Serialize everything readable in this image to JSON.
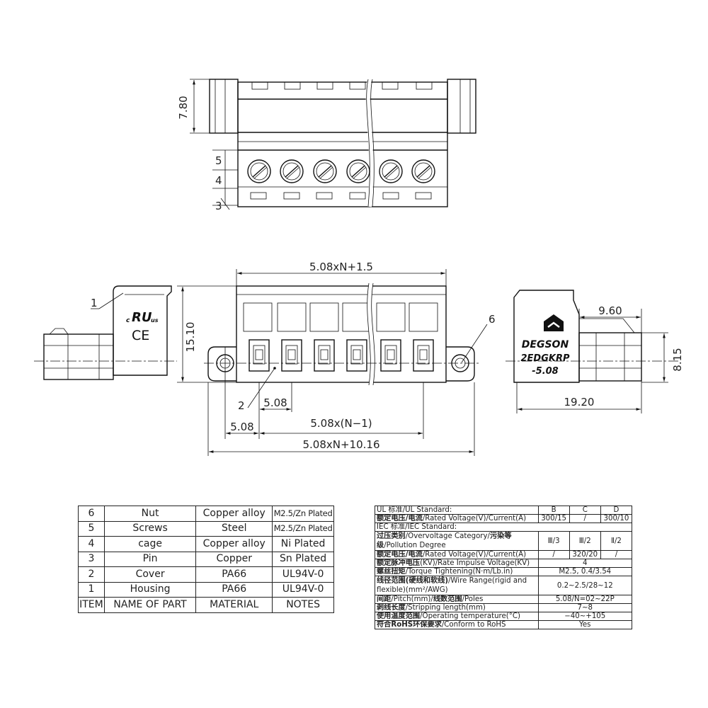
{
  "dimensions": {
    "top_height": "7.80",
    "side_height": "15.10",
    "total_width_top": "5.08xN+1.5",
    "right_width": "9.60",
    "right_height": "8.15",
    "right_depth": "19.20",
    "pitch": "5.08",
    "pitch_first": "5.08",
    "pitch_span": "5.08x(N−1)",
    "total_width_bottom": "5.08xN+10.16"
  },
  "callouts": {
    "c1": "1",
    "c2": "2",
    "c6": "6",
    "row5": "5",
    "row4": "4",
    "row3": "3"
  },
  "marks": {
    "cert_c": "c",
    "cert_us": "us",
    "cert_ul": "RU",
    "ce": "CE"
  },
  "brand_label": {
    "name": "DEGSON",
    "model_line1": "2EDGKRP",
    "model_line2": "-5.08"
  },
  "parts_table": {
    "rows": [
      {
        "item": "6",
        "name": "Nut",
        "material": "Copper  alloy",
        "notes": "M2.5/Zn Plated",
        "small": true
      },
      {
        "item": "5",
        "name": "Screws",
        "material": "Steel",
        "notes": "M2.5/Zn Plated",
        "small": true
      },
      {
        "item": "4",
        "name": "cage",
        "material": "Copper  alloy",
        "notes": "Ni  Plated",
        "small": false
      },
      {
        "item": "3",
        "name": "Pin",
        "material": "Copper",
        "notes": "Sn  Plated",
        "small": false
      },
      {
        "item": "2",
        "name": "Cover",
        "material": "PA66",
        "notes": "UL94V-0",
        "small": false
      },
      {
        "item": "1",
        "name": "Housing",
        "material": "PA66",
        "notes": "UL94V-0",
        "small": false
      }
    ],
    "header": {
      "item": "ITEM",
      "name": "NAME  OF  PART",
      "material": "MATERIAL",
      "notes": "NOTES"
    }
  },
  "spec_table": {
    "ul_label": "UL 标准/UL Standard:",
    "grades": [
      "B",
      "C",
      "D"
    ],
    "ul_rated_label_cn": "额定电压/电流",
    "ul_rated_label_en": "/Rated  Voltage(V)/Current(A)",
    "ul_rated_values": [
      "300/15",
      "/",
      "300/10"
    ],
    "iec_label": "IEC 标准/IEC Standard:",
    "overvoltage_cn": "过压类别",
    "overvoltage_en": "/Overvoltage  Category/",
    "pollution_cn1": "污染等",
    "pollution_cn2": "级",
    "pollution_en": "/Pollution  Degree",
    "overvoltage_values": [
      "Ⅲ/3",
      "Ⅲ/2",
      "Ⅱ/2"
    ],
    "iec_rated_cn": "额定电压/电流",
    "iec_rated_en": "/Rated  Voltage(V)/Current(A)",
    "iec_rated_values": [
      "/",
      "320/20",
      "/"
    ],
    "impulse_cn": "额定脉冲电压",
    "impulse_en": "(KV)/Rate  Impulse  Voltage(KV)",
    "impulse_value": "4",
    "torque_cn": "螺丝扭矩",
    "torque_en": "/Torque  Tightening(N·m/Lb.in)",
    "torque_value": "M2.5,  0.4/3.54",
    "wire_cn": "线径范围(硬线和软线)",
    "wire_en1": "/Wire  Range(rigid  and",
    "wire_en2": "flexible)(mm²/AWG)",
    "wire_value": "0.2~2.5/28~12",
    "pitch_cn1": "间距",
    "pitch_en1": "/Pitch(mm)/",
    "pitch_cn2": "线数范围",
    "pitch_en2": "/Poles",
    "pitch_value": "5.08/N=02~22P",
    "strip_cn": "剥线长度",
    "strip_en": "/Stripping  length(mm)",
    "strip_value": "7~8",
    "temp_cn": "使用温度范围",
    "temp_en": "/Operating  temperature(°C)",
    "temp_value": "−40~+105",
    "rohs_cn": "符合RoHS环保要求",
    "rohs_en": "/Conform  to  RoHS",
    "rohs_value": "Yes"
  }
}
